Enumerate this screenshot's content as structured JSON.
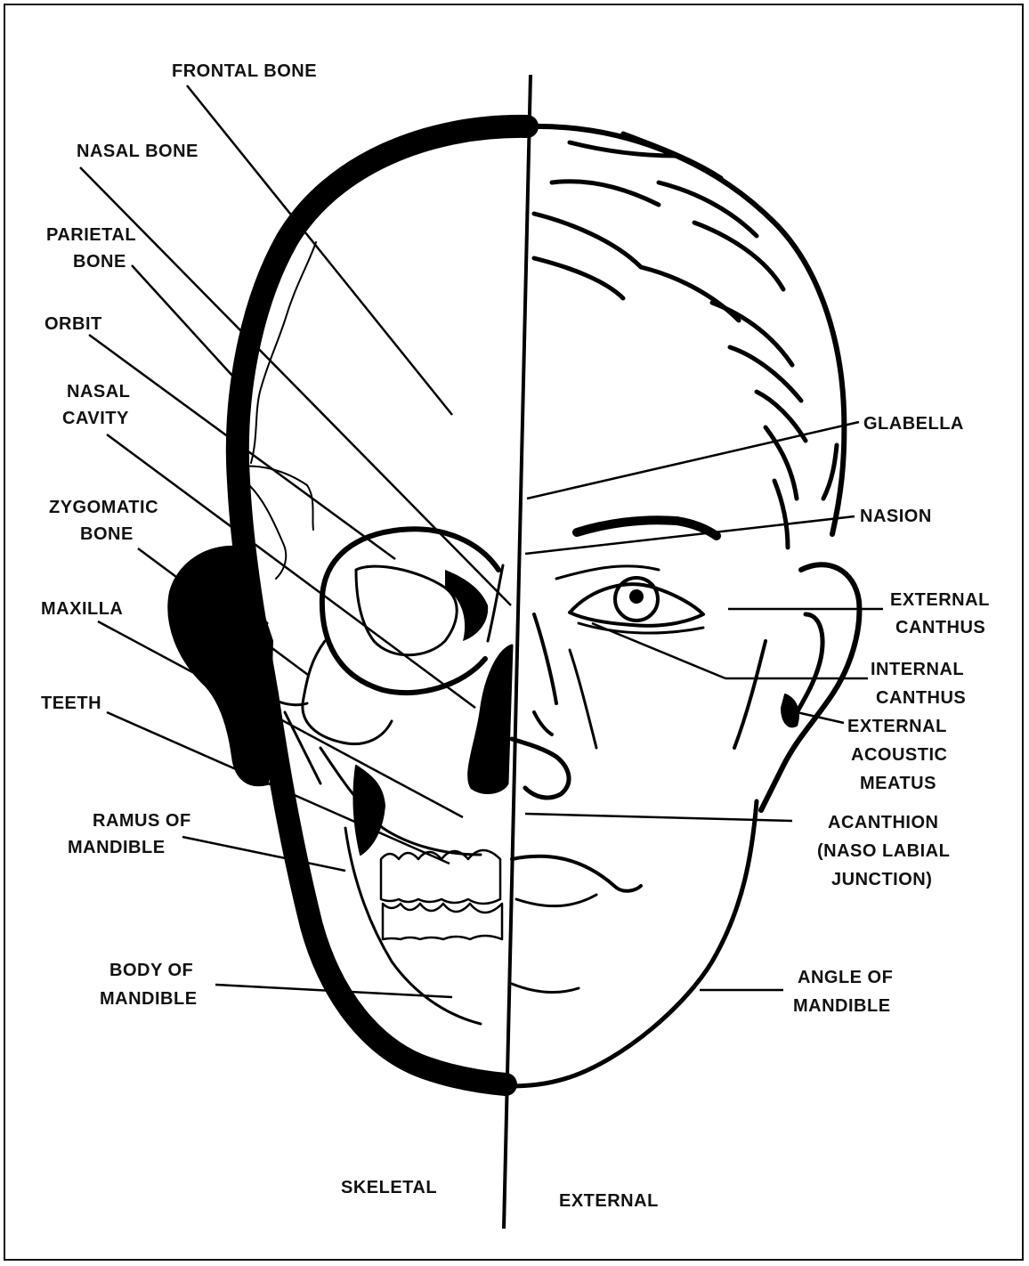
{
  "diagram": {
    "left_labels": {
      "frontal_bone": "FRONTAL BONE",
      "nasal_bone": "NASAL BONE",
      "parietal_bone": [
        "PARIETAL",
        "BONE"
      ],
      "orbit": "ORBIT",
      "nasal_cavity": [
        "NASAL",
        "CAVITY"
      ],
      "zygomatic_bone": [
        "ZYGOMATIC",
        "BONE"
      ],
      "maxilla": "MAXILLA",
      "teeth": "TEETH",
      "ramus_of_mandible": [
        "RAMUS OF",
        "MANDIBLE"
      ],
      "body_of_mandible": [
        "BODY OF",
        "MANDIBLE"
      ]
    },
    "right_labels": {
      "glabella": "GLABELLA",
      "nasion": "NASION",
      "external_canthus": [
        "EXTERNAL",
        "CANTHUS"
      ],
      "internal_canthus": [
        "INTERNAL",
        "CANTHUS"
      ],
      "external_acoustic_meatus": [
        "EXTERNAL",
        "ACOUSTIC",
        "MEATUS"
      ],
      "acanthion": [
        "ACANTHION",
        "(NASO LABIAL",
        "JUNCTION)"
      ],
      "angle_of_mandible": [
        "ANGLE OF",
        "MANDIBLE"
      ]
    },
    "half_labels": {
      "skeletal": "SKELETAL",
      "external": "EXTERNAL"
    }
  }
}
